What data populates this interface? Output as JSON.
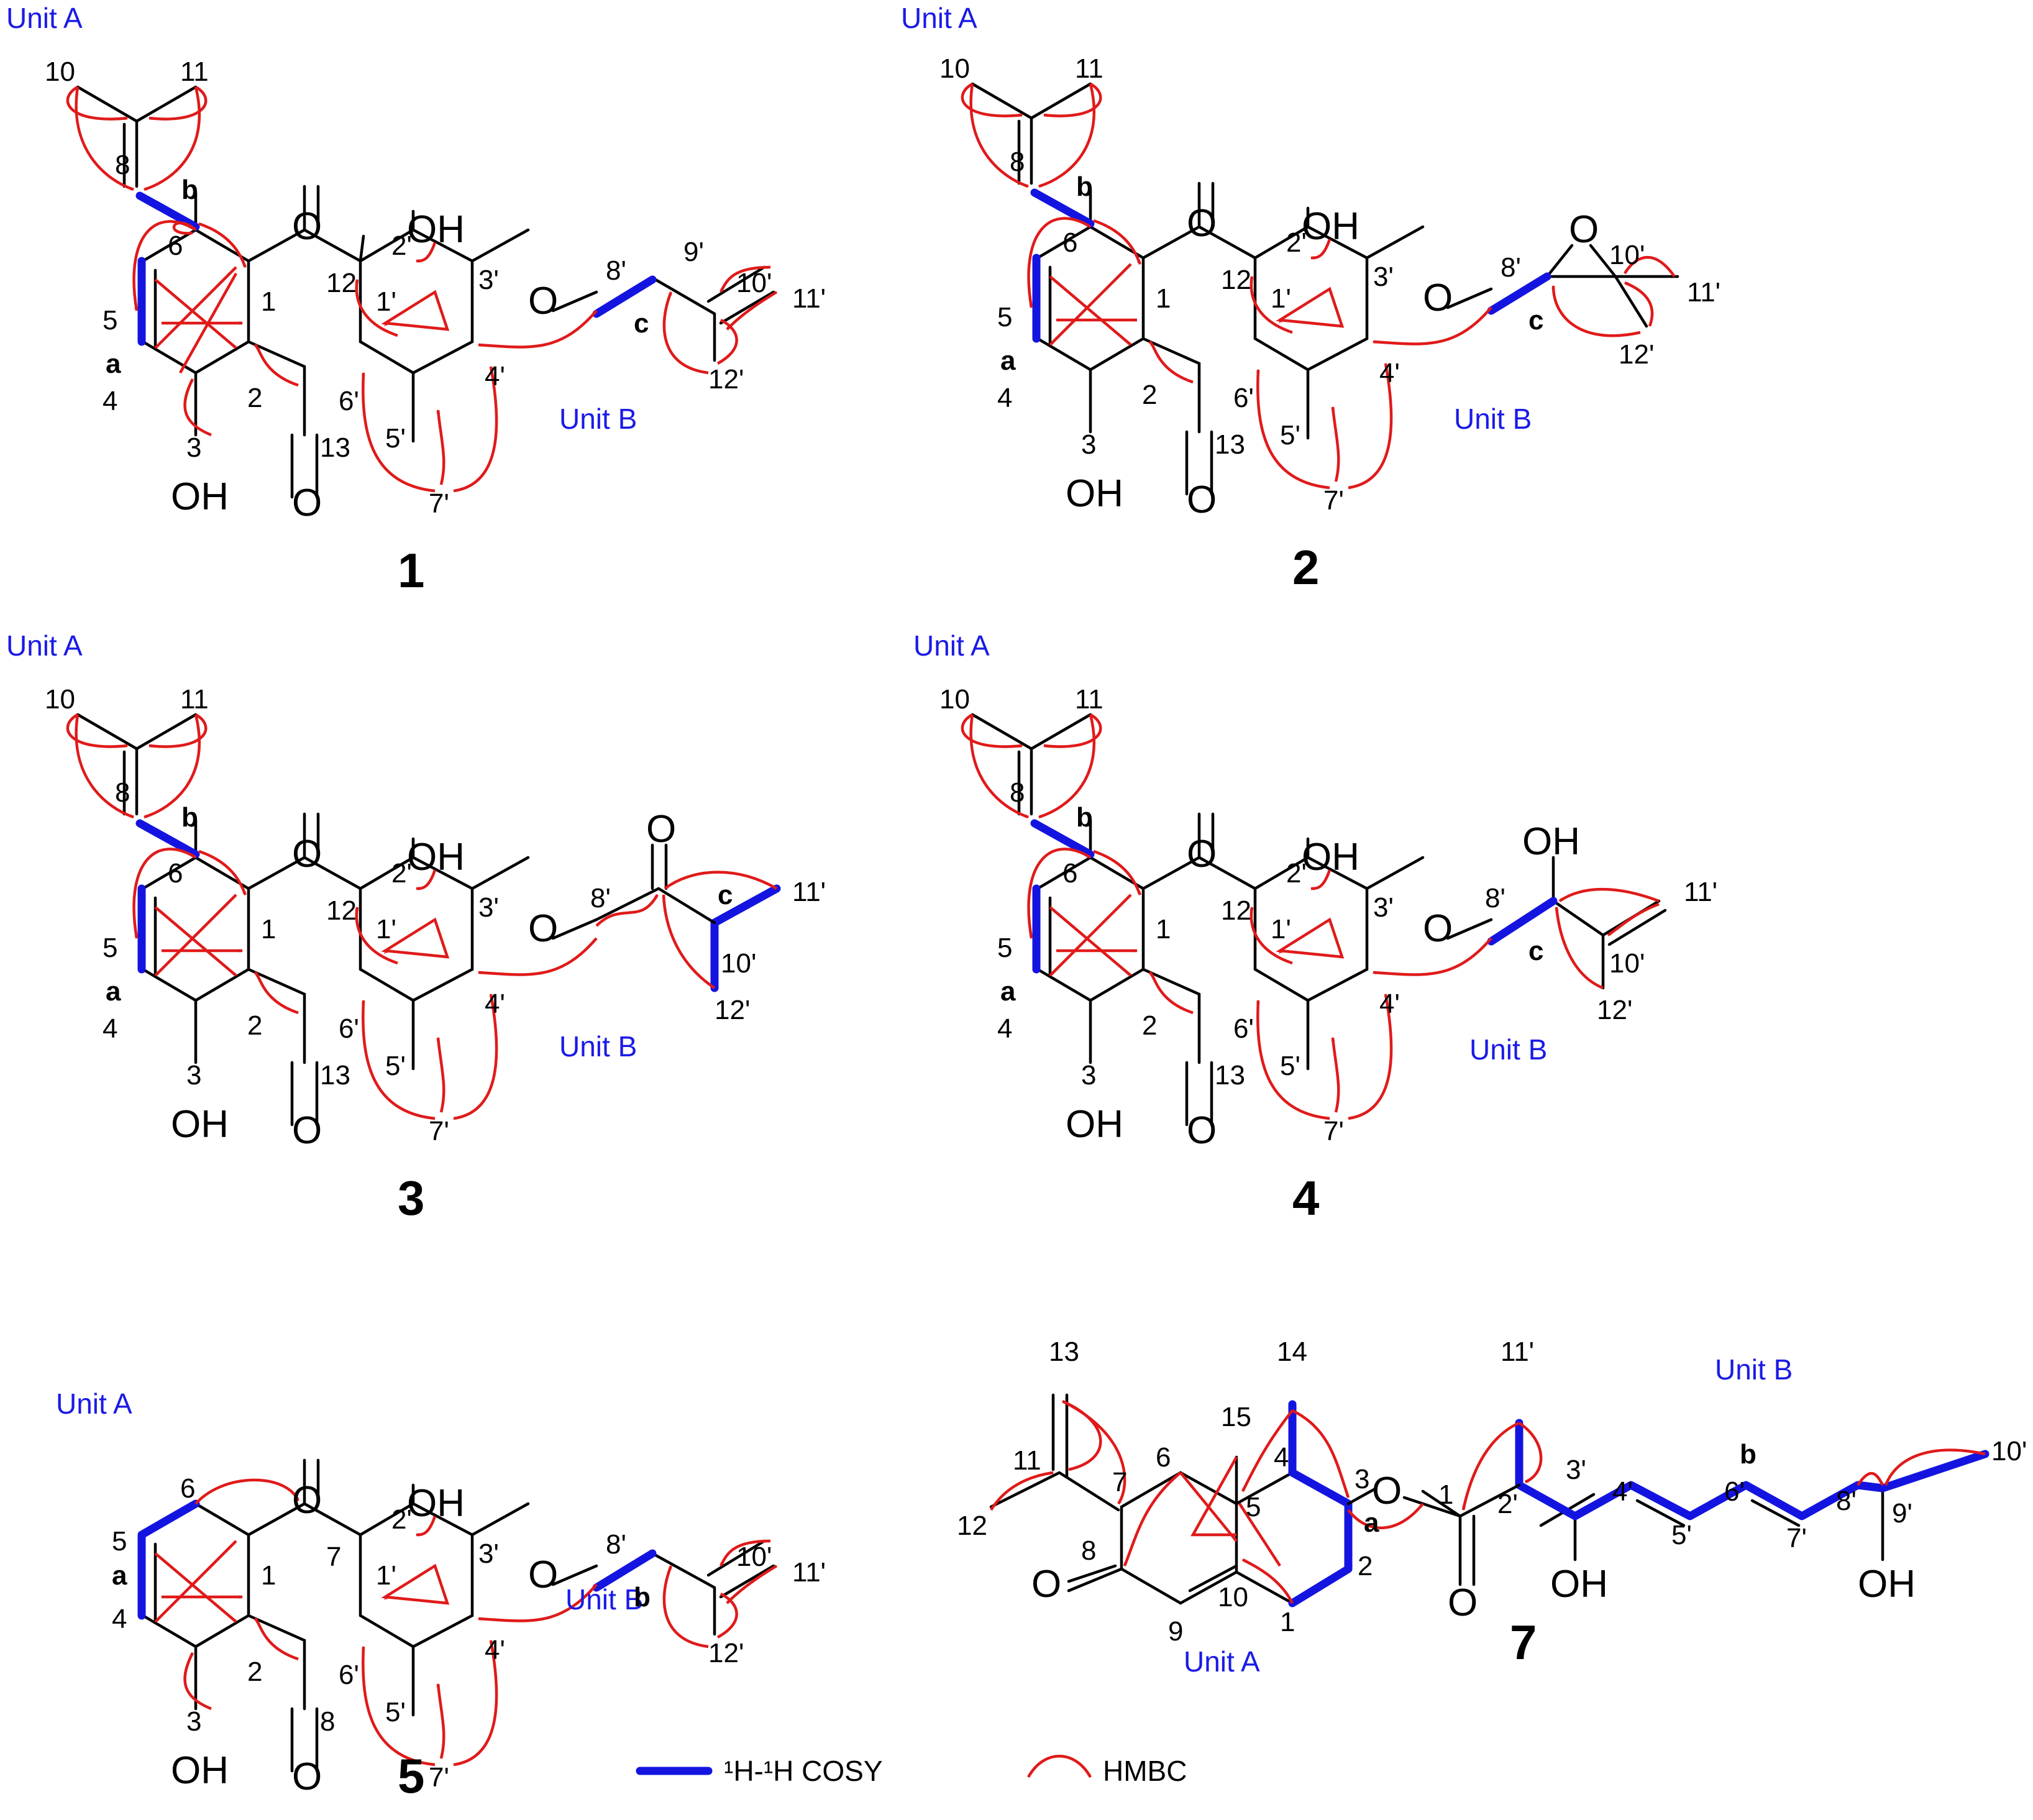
{
  "legend": {
    "cosy_label": "¹H-¹H COSY",
    "hmbc_label": "HMBC"
  },
  "colors": {
    "cosy": "#1414e0",
    "hmbc": "#e01a1a",
    "unit_label": "#1a1ae6",
    "bond": "#000000"
  },
  "compounds": [
    {
      "id": "1",
      "unit_a": "Unit A",
      "unit_b": "Unit B",
      "atom_labels": [
        "10",
        "11",
        "8",
        "b",
        "6",
        "5",
        "a",
        "4",
        "3",
        "2",
        "1",
        "12",
        "13",
        "2'",
        "3'",
        "1'",
        "6'",
        "5'",
        "4'",
        "7'",
        "8'",
        "9'",
        "10'",
        "11'",
        "12'",
        "c"
      ],
      "groups": [
        "OH",
        "OH",
        "O",
        "O",
        "O"
      ]
    },
    {
      "id": "2",
      "unit_a": "Unit A",
      "unit_b": "Unit B",
      "atom_labels": [
        "10",
        "11",
        "8",
        "b",
        "6",
        "5",
        "a",
        "4",
        "3",
        "2",
        "1",
        "12",
        "13",
        "2'",
        "3'",
        "1'",
        "6'",
        "5'",
        "4'",
        "7'",
        "8'",
        "10'",
        "11'",
        "12'",
        "c"
      ],
      "groups": [
        "OH",
        "OH",
        "O",
        "O",
        "O",
        "O"
      ]
    },
    {
      "id": "3",
      "unit_a": "Unit A",
      "unit_b": "Unit B",
      "atom_labels": [
        "10",
        "11",
        "8",
        "b",
        "6",
        "5",
        "a",
        "4",
        "3",
        "2",
        "1",
        "12",
        "13",
        "2'",
        "3'",
        "1'",
        "6'",
        "5'",
        "4'",
        "7'",
        "8'",
        "10'",
        "11'",
        "12'",
        "c"
      ],
      "groups": [
        "OH",
        "OH",
        "O",
        "O",
        "O",
        "O"
      ]
    },
    {
      "id": "4",
      "unit_a": "Unit A",
      "unit_b": "Unit B",
      "atom_labels": [
        "10",
        "11",
        "8",
        "b",
        "6",
        "5",
        "a",
        "4",
        "3",
        "2",
        "1",
        "12",
        "13",
        "2'",
        "3'",
        "1'",
        "6'",
        "5'",
        "4'",
        "7'",
        "8'",
        "10'",
        "11'",
        "12'",
        "c"
      ],
      "groups": [
        "OH",
        "OH",
        "OH",
        "O",
        "O",
        "O"
      ]
    },
    {
      "id": "5",
      "unit_a": "Unit A",
      "unit_b": "Unit B",
      "atom_labels": [
        "6",
        "5",
        "a",
        "4",
        "3",
        "2",
        "1",
        "7",
        "8",
        "2'",
        "3'",
        "1'",
        "6'",
        "5'",
        "4'",
        "7'",
        "8'",
        "10'",
        "11'",
        "12'",
        "b"
      ],
      "groups": [
        "OH",
        "OH",
        "O",
        "O",
        "O"
      ]
    },
    {
      "id": "7",
      "unit_a": "Unit A",
      "unit_b": "Unit B",
      "atom_labels": [
        "13",
        "11",
        "12",
        "7",
        "8",
        "9",
        "10",
        "6",
        "5",
        "15",
        "4",
        "14",
        "3",
        "a",
        "2",
        "1",
        "1",
        "11'",
        "2'",
        "3'",
        "4'",
        "5'",
        "6'",
        "b",
        "7'",
        "8'",
        "9'",
        "10'"
      ],
      "groups": [
        "O",
        "O",
        "O",
        "OH",
        "OH"
      ]
    }
  ]
}
